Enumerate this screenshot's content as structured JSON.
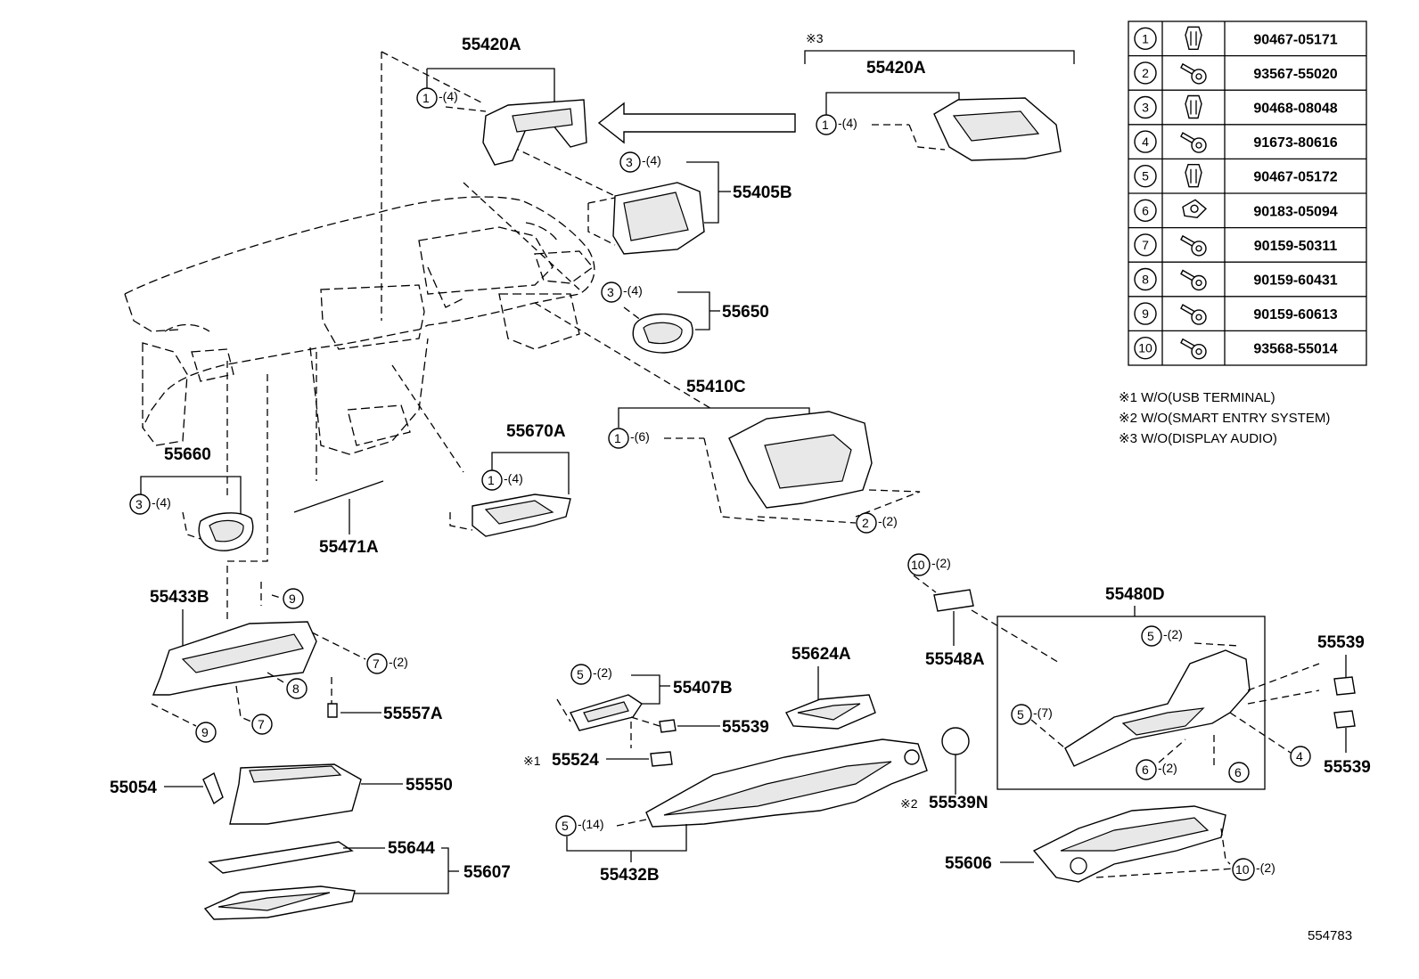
{
  "labels": {
    "p55420A_a": "55420A",
    "p55420A_b": "55420A",
    "p55405B": "55405B",
    "p55650": "55650",
    "p55410C": "55410C",
    "p55660": "55660",
    "p55670A": "55670A",
    "p55471A": "55471A",
    "p55433B": "55433B",
    "p55557A": "55557A",
    "p55407B": "55407B",
    "p55539_a": "55539",
    "p55524": "55524",
    "p55624A": "55624A",
    "p55548A": "55548A",
    "p55480D": "55480D",
    "p55539_b": "55539",
    "p55539_c": "55539",
    "p55539N": "55539N",
    "p55054": "55054",
    "p55550": "55550",
    "p55644": "55644",
    "p55607": "55607",
    "p55432B": "55432B",
    "p55606": "55606"
  },
  "marks": {
    "ref3": "※3",
    "ref1": "※1",
    "ref2": "※2"
  },
  "qty": {
    "q4": "-(4)",
    "q6": "-(6)",
    "q2": "-(2)",
    "q7": "-(7)",
    "q14": "-(14)"
  },
  "fastener_table": {
    "rows": [
      {
        "num": "1",
        "part": "90467-05171",
        "icon": "clip-icon"
      },
      {
        "num": "2",
        "part": "93567-55020",
        "icon": "screw-icon"
      },
      {
        "num": "3",
        "part": "90468-08048",
        "icon": "clip-icon"
      },
      {
        "num": "4",
        "part": "91673-80616",
        "icon": "screw-icon"
      },
      {
        "num": "5",
        "part": "90467-05172",
        "icon": "clip-icon"
      },
      {
        "num": "6",
        "part": "90183-05094",
        "icon": "nut-icon"
      },
      {
        "num": "7",
        "part": "90159-50311",
        "icon": "screw-icon"
      },
      {
        "num": "8",
        "part": "90159-60431",
        "icon": "screw-icon"
      },
      {
        "num": "9",
        "part": "90159-60613",
        "icon": "screw-icon"
      },
      {
        "num": "10",
        "part": "93568-55014",
        "icon": "screw-icon"
      }
    ]
  },
  "notes": [
    "※1 W/O(USB TERMINAL)",
    "※2 W/O(SMART ENTRY SYSTEM)",
    "※3 W/O(DISPLAY AUDIO)"
  ],
  "diagram_id": "554783"
}
